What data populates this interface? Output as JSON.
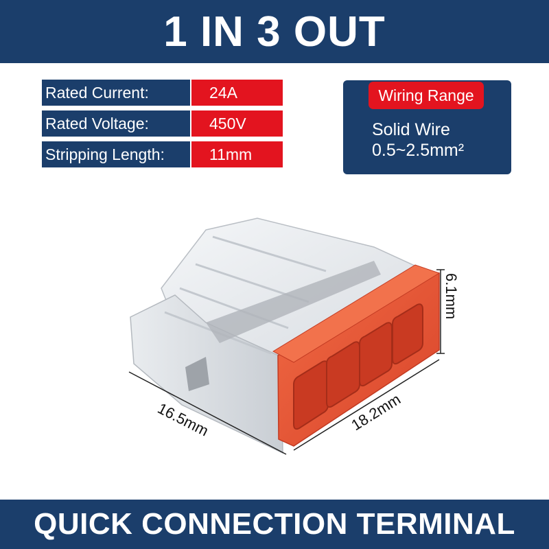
{
  "header": {
    "title": "1 IN 3 OUT"
  },
  "specs": [
    {
      "label": "Rated Current:",
      "value": "24A"
    },
    {
      "label": "Rated Voltage:",
      "value": "450V"
    },
    {
      "label": "Stripping Length:",
      "value": "11mm"
    }
  ],
  "wiring": {
    "title": "Wiring Range",
    "line1": "Solid Wire",
    "line2": "0.5~2.5mm²"
  },
  "dimensions": {
    "height": "6.1mm",
    "width": "16.5mm",
    "length": "18.2mm"
  },
  "footer": {
    "title": "QUICK CONNECTION TERMINAL"
  },
  "colors": {
    "navy": "#1b3e6b",
    "red": "#e3141f",
    "terminal_orange": "#e8502f"
  }
}
